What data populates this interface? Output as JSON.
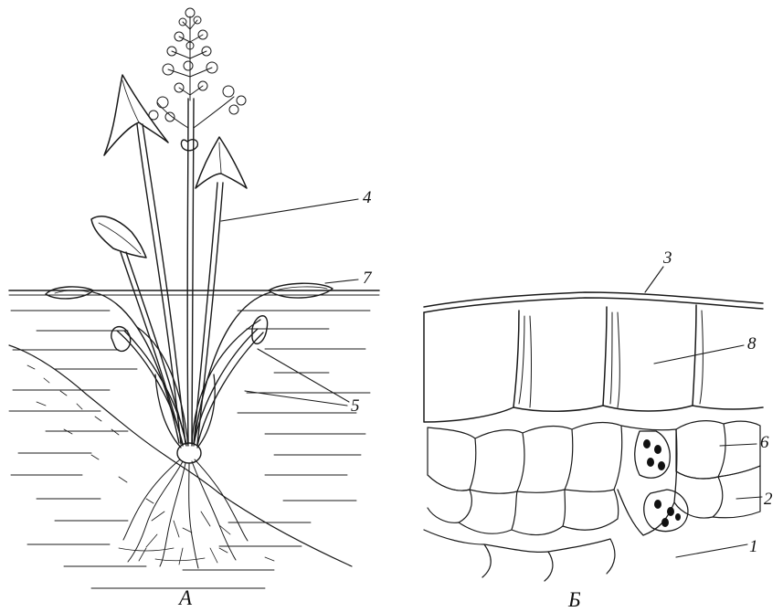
{
  "panels": [
    {
      "id": "A",
      "caption": "А"
    },
    {
      "id": "B",
      "caption": "Б"
    }
  ],
  "labels": {
    "l1": "1",
    "l2": "2",
    "l3": "3",
    "l4": "4",
    "l5": "5",
    "l6": "6",
    "l7": "7",
    "l8": "8"
  },
  "colors": {
    "ink": "#1a1a1a",
    "background": "#ffffff"
  }
}
